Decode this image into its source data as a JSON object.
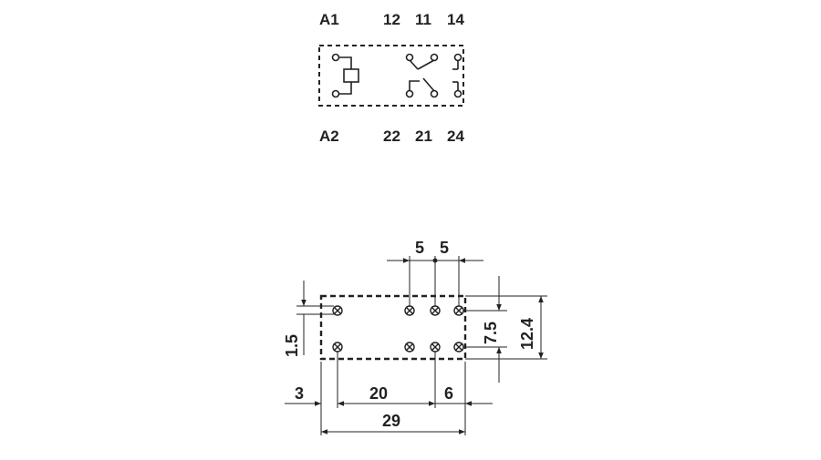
{
  "schematic": {
    "terminals_top": [
      "A1",
      "12",
      "11",
      "14"
    ],
    "terminals_bottom": [
      "A2",
      "22",
      "21",
      "24"
    ]
  },
  "dimensions": {
    "pitch_a": "5",
    "pitch_b": "5",
    "row_offset": "1.5",
    "row_spacing": "7.5",
    "body_width": "12.4",
    "left_margin": "3",
    "coil_to_contact": "20",
    "right_margin": "6",
    "body_length": "29"
  },
  "colors": {
    "ink": "#222222"
  }
}
